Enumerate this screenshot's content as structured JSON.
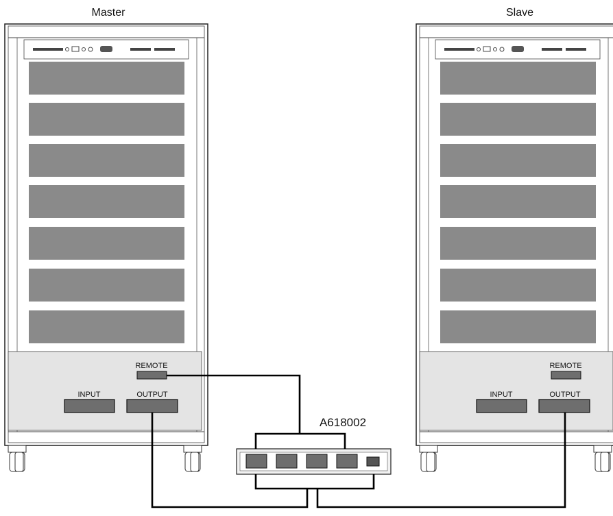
{
  "units": {
    "master": {
      "title": "Master",
      "remote_label": "REMOTE",
      "input_label": "INPUT",
      "output_label": "OUTPUT",
      "bay_count": 7
    },
    "slave": {
      "title": "Slave",
      "remote_label": "REMOTE",
      "input_label": "INPUT",
      "output_label": "OUTPUT",
      "bay_count": 7
    }
  },
  "adapter": {
    "part_number": "A618002",
    "port_count": 4
  },
  "colors": {
    "bay": "#8a8a8a",
    "port": "#6e6e6e",
    "lower_panel": "#e4e4e4",
    "cabinet_outline": "#222222",
    "wire": "#000000"
  }
}
